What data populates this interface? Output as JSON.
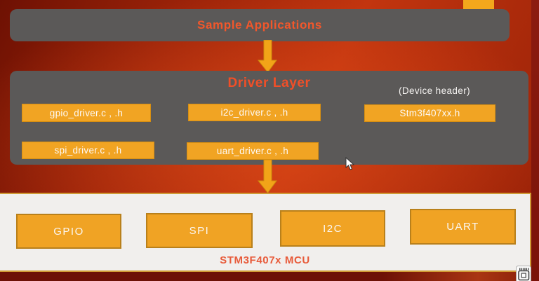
{
  "slide": {
    "top_box": {
      "label": "Sample Applications"
    },
    "driver_layer": {
      "title": "Driver Layer",
      "device_header_note": "(Device header)",
      "files": [
        "gpio_driver.c , .h",
        "i2c_driver.c , .h",
        "Stm3f407xx.h",
        "spi_driver.c , .h",
        "uart_driver.c , .h"
      ]
    },
    "mcu": {
      "label": "STM3F407x MCU",
      "peripherals": [
        "GPIO",
        "SPI",
        "I2C",
        "UART"
      ]
    }
  },
  "icons": {
    "bottom_right": "chip-icon",
    "pointer": "mouse-cursor"
  },
  "colors": {
    "background_red": "#b02c10",
    "panel_gray": "#5b5958",
    "accent_orange": "#f0a324",
    "arrow_orange": "#f2a418",
    "title_orange_red": "#f1502a",
    "mcu_label_red": "#e85a39",
    "mcu_panel_bg": "#f1efed",
    "mcu_panel_border": "#d09b35",
    "text_on_orange": "#fdf9f5"
  }
}
